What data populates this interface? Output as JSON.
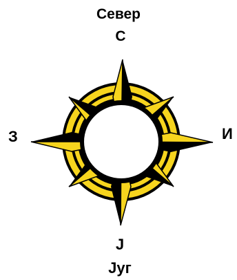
{
  "labels": {
    "north_word": "Север",
    "north_letter": "С",
    "west_letter": "З",
    "east_letter": "И",
    "south_letter": "Ј",
    "south_word": "Југ"
  },
  "colors": {
    "gold": "#f7d51e",
    "black": "#000000",
    "white": "#ffffff"
  },
  "icons": {
    "rose": "compass-rose-icon"
  }
}
